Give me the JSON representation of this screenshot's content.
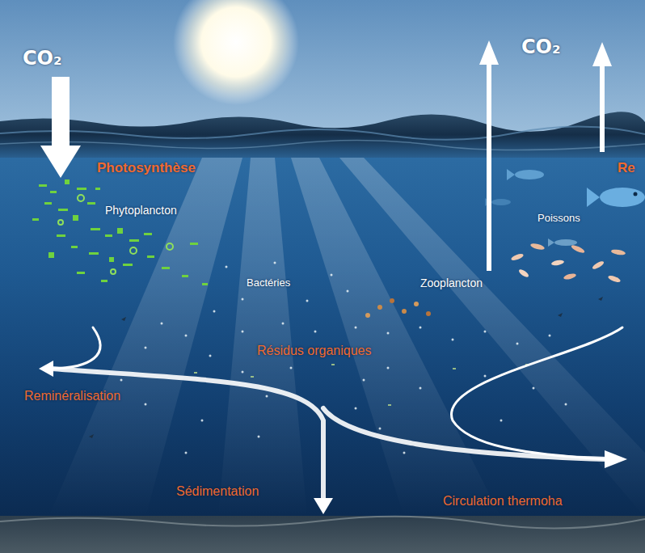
{
  "diagram": {
    "labels": [
      "CO₂",
      "Photosynthèse",
      "Phytoplancton",
      "Bactéries",
      "CO₂",
      "Re",
      "Poissons",
      "Zooplancton",
      "Résidus organiques",
      "Reminéralisation",
      "Sédimentation",
      "Circulation thermoha"
    ]
  }
}
